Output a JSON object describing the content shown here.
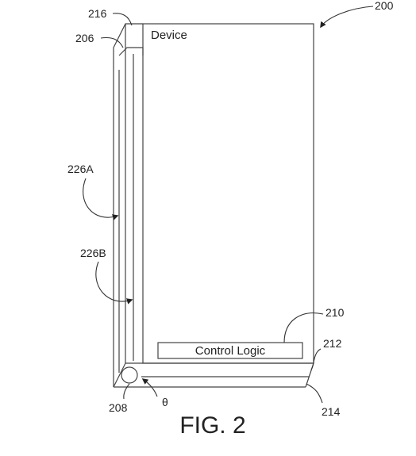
{
  "figure": {
    "caption": "FIG. 2",
    "device_label": "Device",
    "control_logic_label": "Control Logic",
    "angle_symbol": "θ",
    "refs": {
      "r200": "200",
      "r206": "206",
      "r208": "208",
      "r210": "210",
      "r212": "212",
      "r214": "214",
      "r216": "216",
      "r226a": "226A",
      "r226b": "226B"
    }
  }
}
